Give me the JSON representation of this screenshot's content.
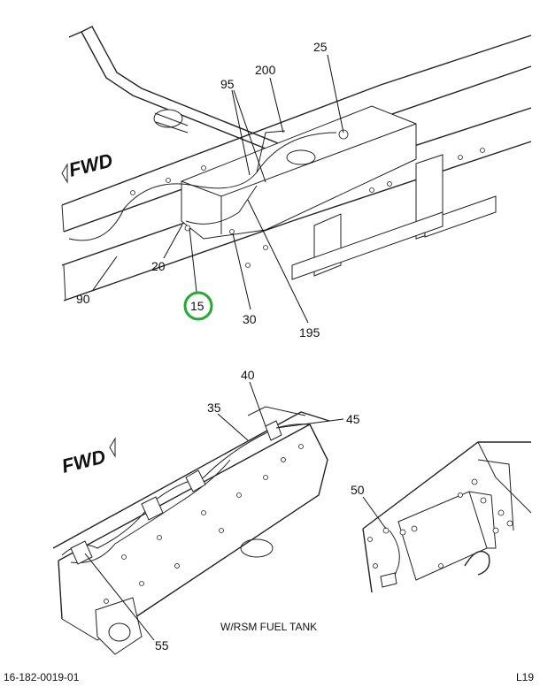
{
  "diagram": {
    "top_view": {
      "direction_label": "FWD",
      "callouts": [
        {
          "id": "c25",
          "label": "25"
        },
        {
          "id": "c200",
          "label": "200"
        },
        {
          "id": "c95",
          "label": "95"
        },
        {
          "id": "c20",
          "label": "20"
        },
        {
          "id": "c90",
          "label": "90"
        },
        {
          "id": "c15",
          "label": "15",
          "highlighted": true
        },
        {
          "id": "c30",
          "label": "30"
        },
        {
          "id": "c195",
          "label": "195"
        }
      ]
    },
    "bottom_view": {
      "direction_label": "FWD",
      "callouts": [
        {
          "id": "c40",
          "label": "40"
        },
        {
          "id": "c35",
          "label": "35"
        },
        {
          "id": "c45",
          "label": "45"
        },
        {
          "id": "c55",
          "label": "55"
        }
      ]
    },
    "detail_view": {
      "callouts": [
        {
          "id": "c50",
          "label": "50"
        }
      ],
      "caption": "W/RSM FUEL TANK"
    },
    "highlight_color": "#22aa33"
  },
  "footer": {
    "part_number": "16-182-0019-01",
    "page_ref": "L19"
  }
}
